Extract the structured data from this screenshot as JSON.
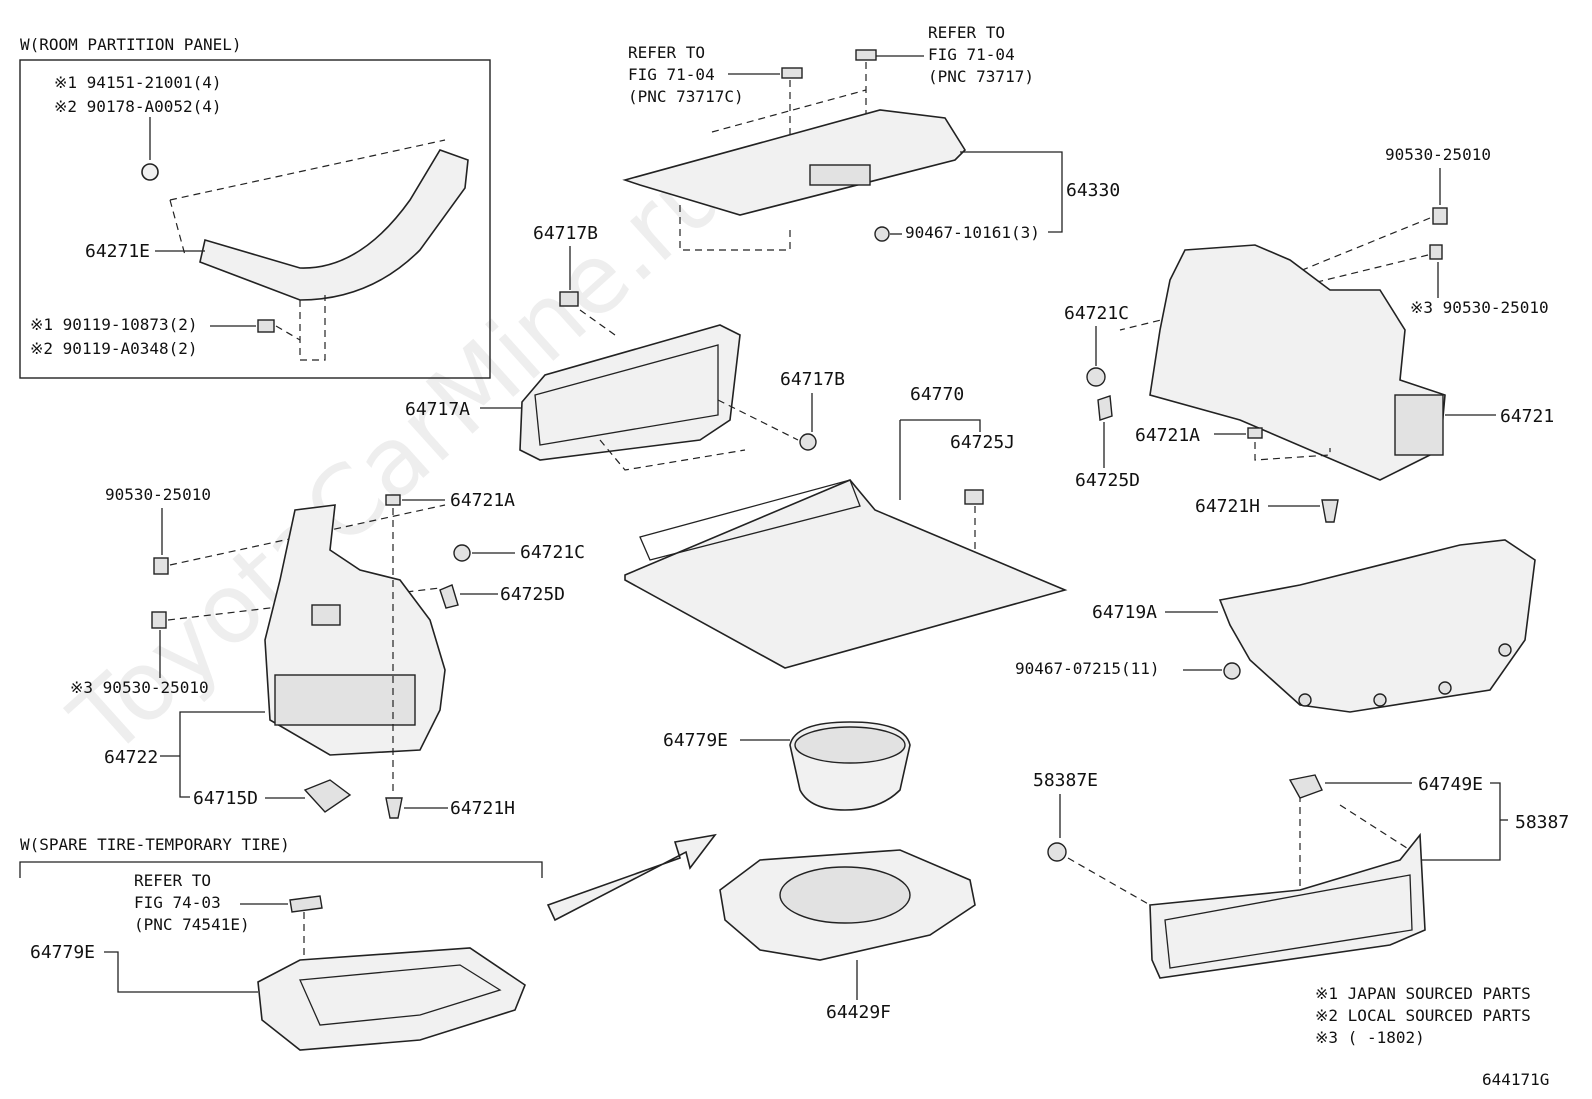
{
  "watermark": "ToyotaCarMine.ru",
  "sections": {
    "room_partition": "W(ROOM PARTITION PANEL)",
    "spare_tire": "W(SPARE TIRE-TEMPORARY TIRE)"
  },
  "partition_labels": {
    "l1": "※1 94151-21001(4)",
    "l2": "※2 90178-A0052(4)",
    "l3": "64271E",
    "l4": "※1 90119-10873(2)",
    "l5": "※2 90119-A0348(2)"
  },
  "refer_top_left": {
    "l1": "REFER TO",
    "l2": "FIG 71-04",
    "l3": "(PNC 73717C)"
  },
  "refer_top_right": {
    "l1": "REFER TO",
    "l2": "FIG 71-04",
    "l3": "(PNC 73717)"
  },
  "refer_bottom": {
    "l1": "REFER TO",
    "l2": "FIG 74-03",
    "l3": "(PNC 74541E)"
  },
  "labels": {
    "p64330": "64330",
    "p90467_10161": "90467-10161(3)",
    "p64717B_a": "64717B",
    "p64717A": "64717A",
    "p64717B_b": "64717B",
    "p64770": "64770",
    "p64725J": "64725J",
    "p90530_a": "90530-25010",
    "p64721A_l": "64721A",
    "p64721C_l": "64721C",
    "p64725D_l": "64725D",
    "p90530_b": "※3 90530-25010",
    "p64722": "64722",
    "p64715D": "64715D",
    "p64721H_l": "64721H",
    "p90530_c": "90530-25010",
    "p90530_d": "※3 90530-25010",
    "p64721C_r": "64721C",
    "p64721": "64721",
    "p64721A_r": "64721A",
    "p64725D_r": "64725D",
    "p64721H_r": "64721H",
    "p64719A": "64719A",
    "p90467_07215": "90467-07215(11)",
    "p64779E_a": "64779E",
    "p64779E_b": "64779E",
    "p64429F": "64429F",
    "p58387E": "58387E",
    "p64749E": "64749E",
    "p58387": "58387"
  },
  "notes": {
    "n1": "※1 JAPAN SOURCED PARTS",
    "n2": "※2 LOCAL SOURCED PARTS",
    "n3": "※3 (      -1802)"
  },
  "figure_id": "644171G"
}
